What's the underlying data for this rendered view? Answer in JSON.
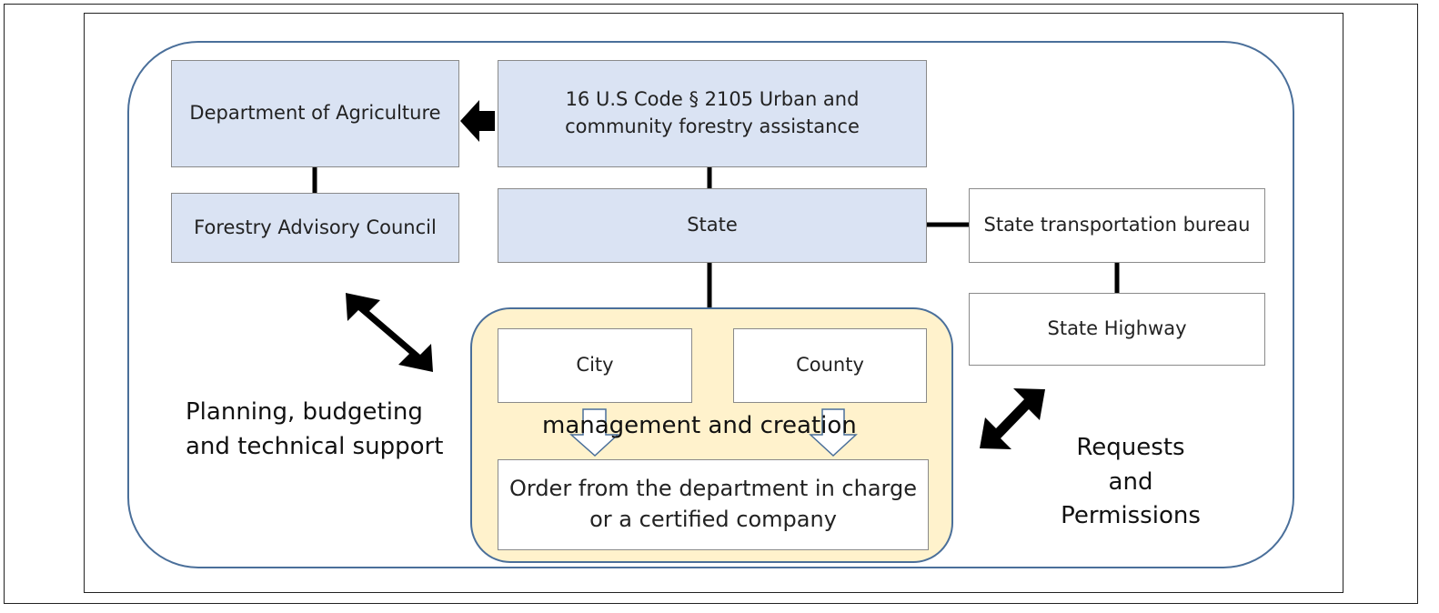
{
  "diagram": {
    "nodes": {
      "department_of_agriculture": "Department of Agriculture",
      "us_code": "16 U.S Code § 2105 Urban and community forestry assistance",
      "forestry_advisory_council": "Forestry Advisory Council",
      "state": "State",
      "state_transportation_bureau": "State transportation bureau",
      "state_highway": "State Highway",
      "city": "City",
      "county": "County",
      "order": "Order from the department in charge or a certified company"
    },
    "labels": {
      "planning_line1": "Planning, budgeting",
      "planning_line2": "and technical support",
      "management": "management and creation",
      "requests_line1": "Requests",
      "requests_line2": "and",
      "requests_line3": "Permissions"
    },
    "colors": {
      "federal_state_fill": "#dae3f3",
      "local_fill": "#fff2cc",
      "outline": "#4a6f9a"
    }
  }
}
